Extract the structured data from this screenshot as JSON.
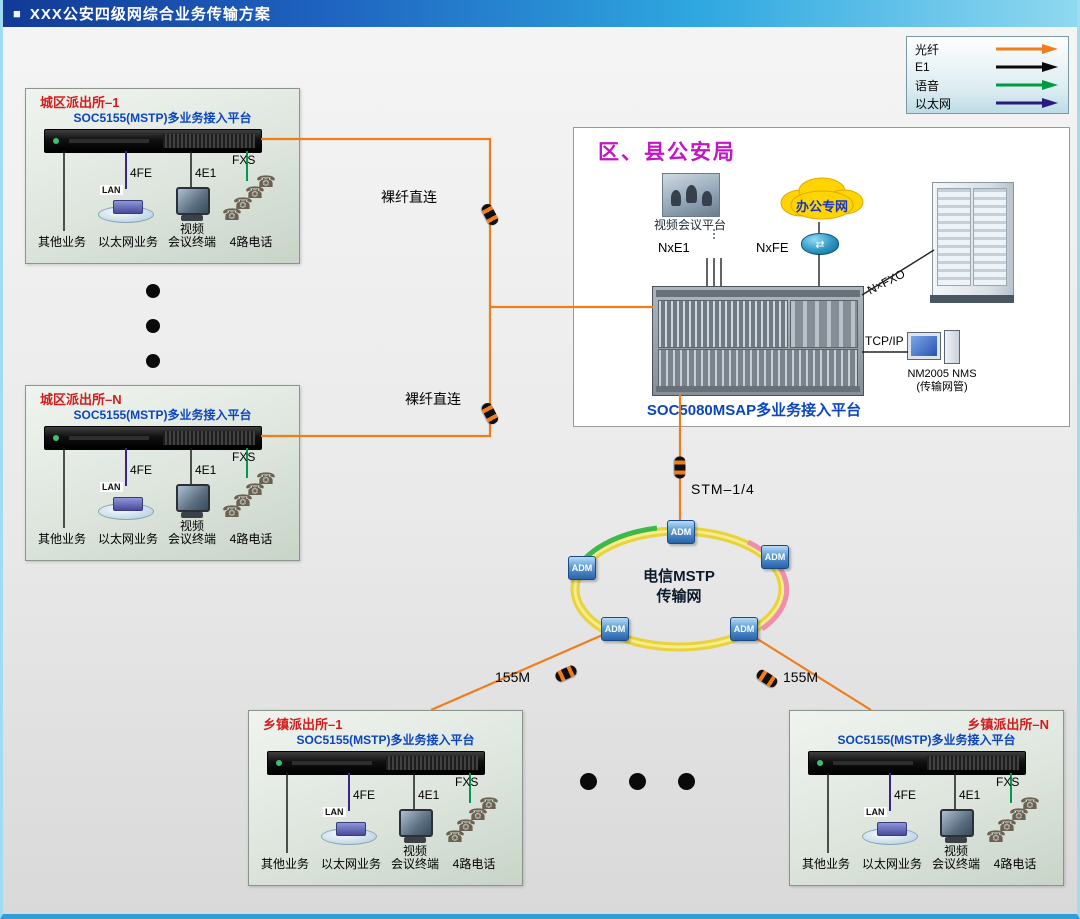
{
  "header": {
    "bullet": "■",
    "title": "XXX公安四级网综合业务传输方案"
  },
  "legend": {
    "items": [
      {
        "label": "光纤",
        "color": "#ef7d1a"
      },
      {
        "label": "E1",
        "color": "#0a0a0a"
      },
      {
        "label": "语音",
        "color": "#009a44"
      },
      {
        "label": "以太网",
        "color": "#2a1a80"
      }
    ]
  },
  "sites": [
    {
      "title": "城区派出所–1",
      "platform": "SOC5155(MSTP)多业务接入平台",
      "ports": {
        "fe": "4FE",
        "e1": "4E1",
        "fxs": "FXS",
        "lan": "LAN"
      },
      "services": {
        "other": "其他业务",
        "ethernet": "以太网业务",
        "video1": "视频",
        "video2": "会议终端",
        "phones": "4路电话"
      }
    },
    {
      "title": "城区派出所–N",
      "platform": "SOC5155(MSTP)多业务接入平台",
      "ports": {
        "fe": "4FE",
        "e1": "4E1",
        "fxs": "FXS",
        "lan": "LAN"
      },
      "services": {
        "other": "其他业务",
        "ethernet": "以太网业务",
        "video1": "视频",
        "video2": "会议终端",
        "phones": "4路电话"
      }
    },
    {
      "title": "乡镇派出所–1",
      "platform": "SOC5155(MSTP)多业务接入平台",
      "ports": {
        "fe": "4FE",
        "e1": "4E1",
        "fxs": "FXS",
        "lan": "LAN"
      },
      "services": {
        "other": "其他业务",
        "ethernet": "以太网业务",
        "video1": "视频",
        "video2": "会议终端",
        "phones": "4路电话"
      }
    },
    {
      "title": "乡镇派出所–N",
      "platform": "SOC5155(MSTP)多业务接入平台",
      "ports": {
        "fe": "4FE",
        "e1": "4E1",
        "fxs": "FXS",
        "lan": "LAN"
      },
      "services": {
        "other": "其他业务",
        "ethernet": "以太网业务",
        "video1": "视频",
        "video2": "会议终端",
        "phones": "4路电话"
      }
    }
  ],
  "bureau": {
    "title": "区、县公安局",
    "video_platform": "视频会议平台",
    "office_network": "办公专网",
    "nxe1": "NxE1",
    "nxfe": "NxFE",
    "nxfxo": "N×FXO",
    "tcpip": "TCP/IP",
    "nms_line1": "NM2005 NMS",
    "nms_line2": "(传输网管)",
    "platform": "SOC5080MSAP多业务接入平台"
  },
  "ring": {
    "name_line1": "电信MSTP",
    "name_line2": "传输网",
    "node_label": "ADM"
  },
  "links": {
    "bare_fiber_1": "裸纤直连",
    "bare_fiber_2": "裸纤直连",
    "stm": "STM–1/4",
    "rate_left": "155M",
    "rate_right": "155M"
  }
}
